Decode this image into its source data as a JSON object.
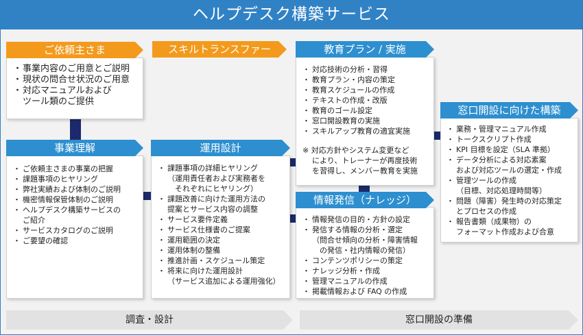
{
  "title": "ヘルプデスク構築サービス",
  "colors": {
    "title_bar": "#3182c5",
    "header_orange": "#f39a1d",
    "header_blue": "#2d8fcf",
    "connector": "#1c2a6b",
    "phase_bar": "#e2e2e2"
  },
  "client": {
    "header": "ご依頼主さま",
    "items": [
      "事業内容のご用意とご説明",
      "現状の問合せ状況のご用意",
      "対応マニュアルおよび\nツール類のご提供"
    ]
  },
  "skill_transfer": {
    "header": "スキルトランスファー"
  },
  "business_understanding": {
    "header": "事業理解",
    "items": [
      "ご依頼主さまの事業の把握",
      "課題事項のヒヤリング",
      "弊社実績および体制のご説明",
      "機密情報保管体制のご説明",
      "ヘルプデスク構築サービスの\nご紹介",
      "サービスカタログのご説明",
      "ご要望の確認"
    ]
  },
  "operation_design": {
    "header": "運用設計",
    "items": [
      "課題事項の詳細ヒヤリング\n（運用責任者および実務者を\n　それぞれにヒヤリング）",
      "課題改善に向けた運用方法の\n提案とサービス内容の調整",
      "サービス要件定義",
      "サービス仕様書のご提案",
      "運用範囲の決定",
      "運用体制の整備",
      "推進計画・スケジュール策定",
      "将来に向けた運用設計\n（サービス追加による運用強化）"
    ]
  },
  "education": {
    "header": "教育プラン / 実施",
    "items": [
      "対応技術の分析・習得",
      "教育プラン・内容の策定",
      "教育スケジュールの作成",
      "テキストの作成・改版",
      "教育のゴール設定",
      "窓口開設教育の実施",
      "スキルアップ教育の適宜実施"
    ],
    "note": [
      "※ 対応方針やシステム変更など",
      "により、トレーナーが再度技術",
      "を習得し、メンバー教育を実施"
    ]
  },
  "knowledge": {
    "header": "情報発信（ナレッジ）",
    "items": [
      "情報発信の目的・方針の設定",
      "発信する情報の分析・選定\n（問合せ傾向の分析・障害情報\n　の発信・社内情報の発信）",
      "コンテンツポリシーの策定",
      "ナレッジ分析・作成",
      "管理マニュアルの作成",
      "掲載情報および FAQ の作成"
    ]
  },
  "window_setup": {
    "header": "窓口開設に向けた構築",
    "items": [
      "業務・管理マニュアル作成",
      "トークスクリプト作成",
      "KPI 目標を設定（SLA 準拠）",
      "データ分析による対応素案\nおよび対応ツールの選定・作成",
      "管理ツールの作成\n（目標、対応処理時間等）",
      "問題（障害）発生時の対応策定\nとプロセスの作成",
      "報告書類（成果物）の\nフォーマット作成および合意"
    ]
  },
  "phases": {
    "survey_design": "調査・設計",
    "window_prep": "窓口開設の準備"
  }
}
